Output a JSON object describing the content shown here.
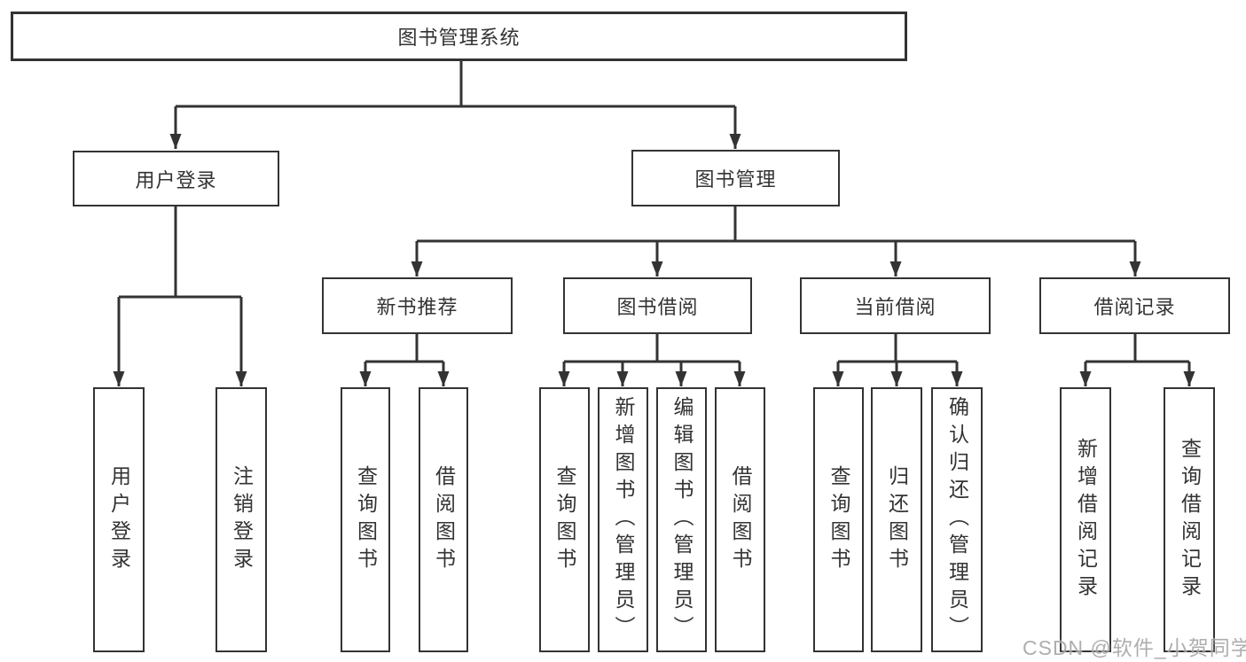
{
  "diagram_title": "图书管理系统",
  "colors": {
    "line": "#333333",
    "box_border": "#333333",
    "box_fill": "#ffffff",
    "text": "#333333",
    "watermark": "#a6a6a6"
  },
  "watermark": "CSDN @软件_小贺同学",
  "tree": {
    "label": "图书管理系统",
    "children": [
      {
        "label": "用户登录",
        "children": [
          {
            "label": "用户登录"
          },
          {
            "label": "注销登录"
          }
        ]
      },
      {
        "label": "图书管理",
        "children": [
          {
            "label": "新书推荐",
            "children": [
              {
                "label": "查询图书"
              },
              {
                "label": "借阅图书"
              }
            ]
          },
          {
            "label": "图书借阅",
            "children": [
              {
                "label": "查询图书"
              },
              {
                "label": "新增图书（管理员）"
              },
              {
                "label": "编辑图书（管理员）"
              },
              {
                "label": "借阅图书"
              }
            ]
          },
          {
            "label": "当前借阅",
            "children": [
              {
                "label": "查询图书"
              },
              {
                "label": "归还图书"
              },
              {
                "label": "确认归还（管理员）"
              }
            ]
          },
          {
            "label": "借阅记录",
            "children": [
              {
                "label": "新增借阅记录"
              },
              {
                "label": "查询借阅记录"
              }
            ]
          }
        ]
      }
    ]
  }
}
